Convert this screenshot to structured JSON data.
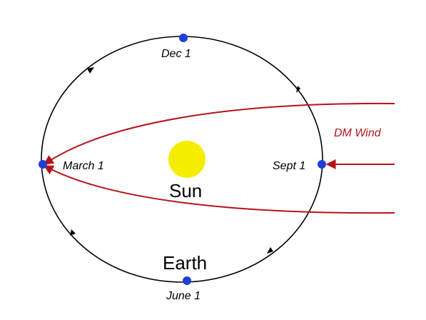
{
  "colors": {
    "orbit": "#000000",
    "point": "#1f3fd6",
    "sun": "#f6ec00",
    "wind": "#b5141a"
  },
  "labels": {
    "dec": "Dec 1",
    "march": "March 1",
    "sept": "Sept 1",
    "june": "June 1",
    "sun": "Sun",
    "earth": "Earth",
    "wind": "DM Wind"
  }
}
